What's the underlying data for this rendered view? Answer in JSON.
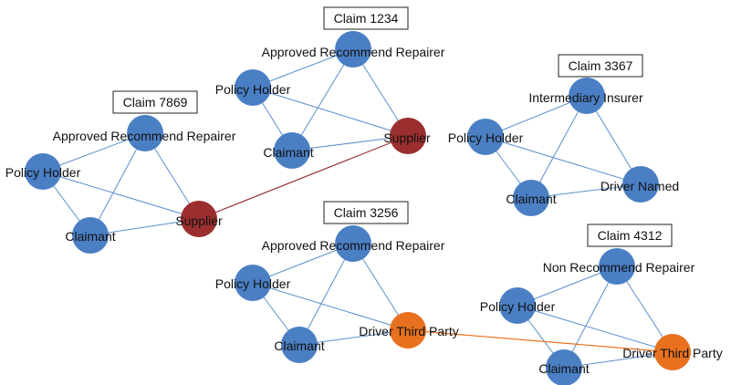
{
  "colors": {
    "standard": "#4a7fc4",
    "supplier": "#9b2f2f",
    "third_party": "#e8711f",
    "edge_internal": "#5b8fcc",
    "edge_supplier_link": "#9b3a3a",
    "edge_third_party_link": "#e8711f"
  },
  "clusters": [
    {
      "claim": "Claim 7869",
      "nodes": [
        {
          "id": "c7869_arr",
          "label": "Approved Recommend Repairer",
          "kind": "standard"
        },
        {
          "id": "c7869_ph",
          "label": "Policy Holder",
          "kind": "standard"
        },
        {
          "id": "c7869_cl",
          "label": "Claimant",
          "kind": "standard"
        },
        {
          "id": "c7869_sup",
          "label": "Supplier",
          "kind": "supplier"
        }
      ]
    },
    {
      "claim": "Claim 1234",
      "nodes": [
        {
          "id": "c1234_arr",
          "label": "Approved Recommend Repairer",
          "kind": "standard"
        },
        {
          "id": "c1234_ph",
          "label": "Policy Holder",
          "kind": "standard"
        },
        {
          "id": "c1234_cl",
          "label": "Claimant",
          "kind": "standard"
        },
        {
          "id": "c1234_sup",
          "label": "Supplier",
          "kind": "supplier"
        }
      ]
    },
    {
      "claim": "Claim 3367",
      "nodes": [
        {
          "id": "c3367_ii",
          "label": "Intermediary Insurer",
          "kind": "standard"
        },
        {
          "id": "c3367_ph",
          "label": "Policy Holder",
          "kind": "standard"
        },
        {
          "id": "c3367_cl",
          "label": "Claimant",
          "kind": "standard"
        },
        {
          "id": "c3367_dn",
          "label": "Driver Named",
          "kind": "standard"
        }
      ]
    },
    {
      "claim": "Claim 3256",
      "nodes": [
        {
          "id": "c3256_arr",
          "label": "Approved Recommend Repairer",
          "kind": "standard"
        },
        {
          "id": "c3256_ph",
          "label": "Policy Holder",
          "kind": "standard"
        },
        {
          "id": "c3256_cl",
          "label": "Claimant",
          "kind": "standard"
        },
        {
          "id": "c3256_dtp",
          "label": "Driver Third Party",
          "kind": "third_party"
        }
      ]
    },
    {
      "claim": "Claim 4312",
      "nodes": [
        {
          "id": "c4312_nrr",
          "label": "Non Recommend Repairer",
          "kind": "standard"
        },
        {
          "id": "c4312_ph",
          "label": "Policy Holder",
          "kind": "standard"
        },
        {
          "id": "c4312_cl",
          "label": "Claimant",
          "kind": "standard"
        },
        {
          "id": "c4312_dtp",
          "label": "Driver Third Party",
          "kind": "third_party"
        }
      ]
    }
  ],
  "cross_links": [
    {
      "from": "c7869_sup",
      "to": "c1234_sup",
      "kind": "supplier_link"
    },
    {
      "from": "c3256_dtp",
      "to": "c4312_dtp",
      "kind": "third_party_link"
    }
  ]
}
